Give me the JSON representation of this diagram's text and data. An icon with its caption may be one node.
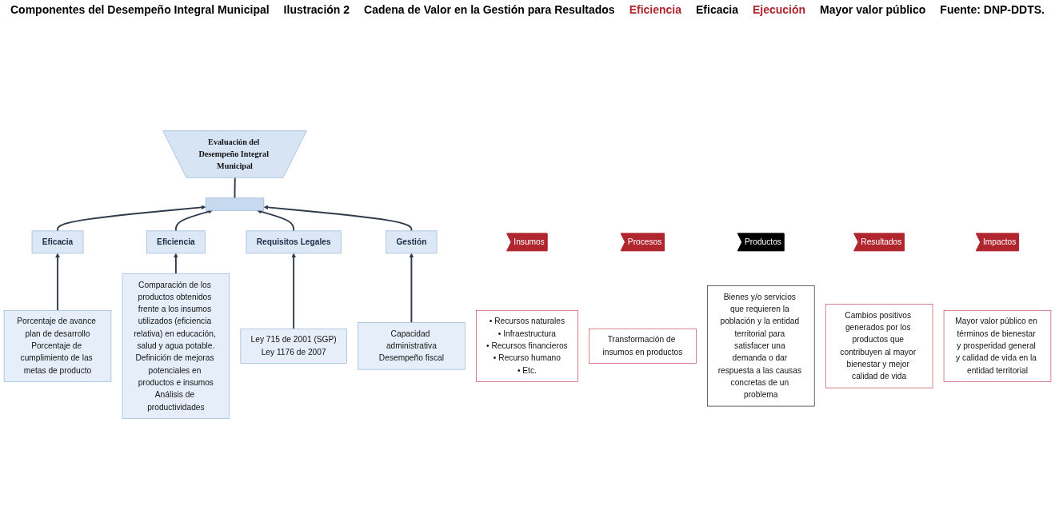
{
  "diagram": {
    "nodes": [
      {
        "text": [
          "Evaluación del Desempeño Integral Municipal"
        ]
      },
      {
        "text": [],
        "shape": "bar"
      },
      {
        "text": [
          "Eficacia"
        ]
      },
      {
        "text": [
          "Eficiencia"
        ]
      },
      {
        "text": [
          "Requisitos Legales"
        ]
      },
      {
        "text": [
          "Gestión"
        ]
      },
      {
        "text": [
          "Porcentaje de avance plan de desarrollo",
          "Porcentaje de cumplimiento de las metas de producto"
        ]
      },
      {
        "text": [
          "Comparación de los productos obtenidos frente a los insumos utilizados (eficiencia relativa) en educación, salud y agua potable.",
          "Definición de mejoras potenciales en productos e insumos",
          "Análisis de productividades"
        ]
      },
      {
        "text": [
          "Ley 715 de 2001 (SGP)",
          "Ley 1176 de 2007"
        ]
      },
      {
        "text": [
          "Capacidad administrativa",
          "Desempeño fiscal"
        ]
      },
      {
        "text": [
          "Insumos"
        ]
      },
      {
        "text": [
          "Procesos"
        ]
      },
      {
        "text": [
          "Productos"
        ]
      },
      {
        "text": [
          "Resultados"
        ]
      },
      {
        "text": [
          "Impactos"
        ]
      },
      {
        "text": [
          "• Recursos naturales",
          "• Infraestructura",
          "• Recursos financieros",
          "• Recurso humano",
          "• Etc."
        ]
      },
      {
        "text": [
          "Transformación de insumos en productos"
        ]
      },
      {
        "text": [
          "Bienes y/o servicios que requieren la población y la entidad territorial para satisfacer una demanda o dar respuesta a las causas concretas de un problema"
        ]
      },
      {
        "text": [
          "Cambios positivos generados por los productos que contribuyen al mayor bienestar y mejor calidad de vida"
        ]
      },
      {
        "text": [
          "Mayor valor público en términos de bienestar y prosperidad general y calidad de vida en la entidad territorial"
        ]
      }
    ],
    "edges": [
      {
        "from": 6,
        "to": 2,
        "arrow": "to"
      },
      {
        "from": 7,
        "to": 3,
        "arrow": "to"
      },
      {
        "from": 8,
        "to": 4,
        "arrow": "to"
      },
      {
        "from": 9,
        "to": 5,
        "arrow": "to"
      },
      {
        "from": 2,
        "to": 1,
        "arrow": "to"
      },
      {
        "from": 3,
        "to": 1,
        "arrow": "to"
      },
      {
        "from": 4,
        "to": 1,
        "arrow": "to"
      },
      {
        "from": 5,
        "to": 1,
        "arrow": "to"
      },
      {
        "from": 1,
        "to": 0,
        "arrow": "none"
      }
    ],
    "labels": [
      "Componentes del Desempeño Integral Municipal",
      "Ilustración 2",
      "Cadena de Valor en la Gestión para Resultados",
      "Eficiencia",
      "Eficacia",
      "Ejecución",
      "Mayor valor público",
      "Fuente: DNP-DDTS."
    ]
  }
}
